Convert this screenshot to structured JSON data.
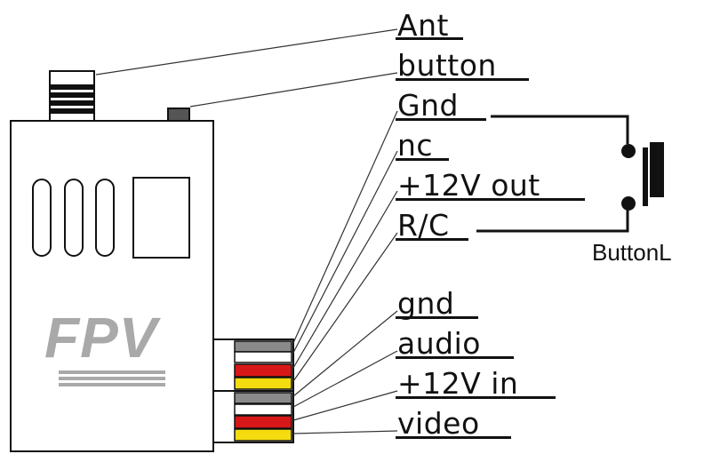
{
  "device": {
    "logo_text": "FPV"
  },
  "pins_upper": [
    "Ant",
    "button",
    "Gnd",
    "nc",
    "+12V out",
    "R/C"
  ],
  "pins_lower": [
    "gnd",
    "audio",
    "+12V in",
    "video"
  ],
  "button": {
    "caption": "ButtonL"
  },
  "colors": {
    "outline": "#111111",
    "logo": "#a9a9a9",
    "wire_gray": "#8a8a8a",
    "wire_white": "#ffffff",
    "wire_red": "#d81818",
    "wire_yellow": "#f4dc10"
  }
}
